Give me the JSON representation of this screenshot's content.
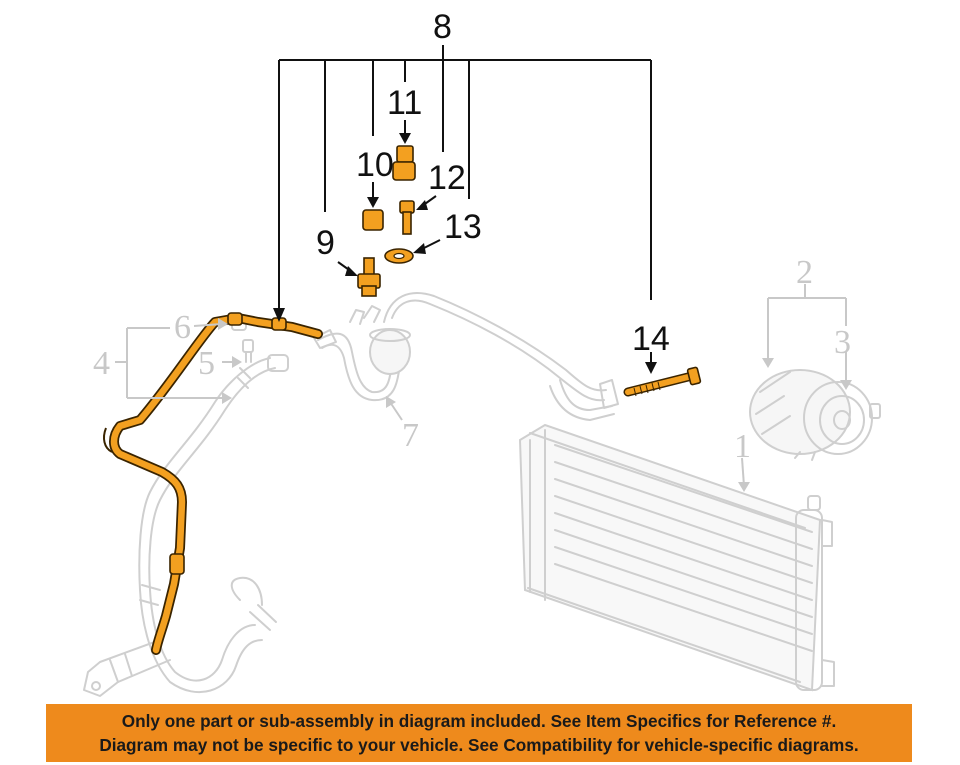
{
  "callouts": {
    "c1": "1",
    "c2": "2",
    "c3": "3",
    "c4": "4",
    "c5": "5",
    "c6": "6",
    "c7": "7",
    "c8": "8",
    "c9": "9",
    "c10": "10",
    "c11": "11",
    "c12": "12",
    "c13": "13",
    "c14": "14"
  },
  "colors": {
    "highlight_part": "#f3a020",
    "banner_background": "#ee8a1c",
    "ghost_line": "#cfcfcf",
    "callout_text": "#111111"
  },
  "notice": {
    "line1": "Only one part or sub-assembly in diagram included. See Item Specifics for Reference #.",
    "line2": "Diagram may not be specific to your vehicle. See Compatibility for vehicle-specific diagrams."
  }
}
